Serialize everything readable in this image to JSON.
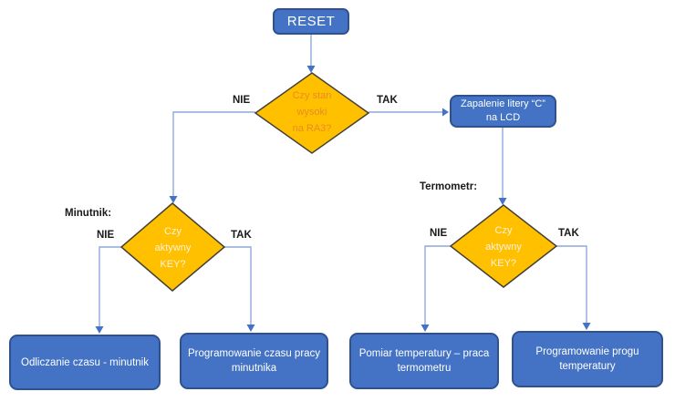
{
  "colors": {
    "process_fill": "#4472C4",
    "process_border": "#2F528F",
    "process_text": "#FFFFFF",
    "decision_fill": "#FFC000",
    "decision_border": "#454036",
    "decision_text_orange": "#E98C21",
    "decision_text_light": "#FFF1DC",
    "connector_line": "#8EA9DB",
    "connector_arrow": "#4472C4",
    "label_text": "#1a1a1a"
  },
  "nodes": {
    "reset": {
      "label": "RESET"
    },
    "decision_ra3": {
      "line1": "Czy stan",
      "line2": "wysoki",
      "line3": "na RA3?"
    },
    "lcd": {
      "line1": "Zapalenie litery “C”",
      "line2": "na LCD"
    },
    "decision_key_minutnik": {
      "line1": "Czy",
      "line2": "aktywny",
      "line3": "KEY?"
    },
    "decision_key_termometr": {
      "line1": "Czy",
      "line2": "aktywny",
      "line3": "KEY?"
    },
    "odliczanie": {
      "line1": "Odliczanie czasu - minutnik"
    },
    "prog_czasu": {
      "line1": "Programowanie czasu pracy",
      "line2": "minutnika"
    },
    "pomiar_temp": {
      "line1": "Pomiar temperatury – praca",
      "line2": "termometru"
    },
    "prog_progu": {
      "line1": "Programowanie progu",
      "line2": "temperatury"
    }
  },
  "labels": {
    "nie_top": "NIE",
    "tak_top": "TAK",
    "minutnik": "Minutnik:",
    "termometr": "Termometr:",
    "nie_left": "NIE",
    "tak_left": "TAK",
    "nie_right": "NIE",
    "tak_right": "TAK"
  }
}
